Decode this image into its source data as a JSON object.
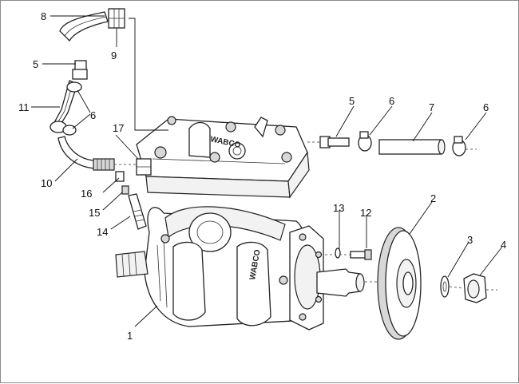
{
  "callouts": [
    {
      "id": "1",
      "label": "1"
    },
    {
      "id": "2",
      "label": "2"
    },
    {
      "id": "3",
      "label": "3"
    },
    {
      "id": "4",
      "label": "4"
    },
    {
      "id": "5a",
      "label": "5"
    },
    {
      "id": "5b",
      "label": "5"
    },
    {
      "id": "6a",
      "label": "6"
    },
    {
      "id": "6b",
      "label": "6"
    },
    {
      "id": "6c",
      "label": "6"
    },
    {
      "id": "7",
      "label": "7"
    },
    {
      "id": "8",
      "label": "8"
    },
    {
      "id": "9",
      "label": "9"
    },
    {
      "id": "10",
      "label": "10"
    },
    {
      "id": "11",
      "label": "11"
    },
    {
      "id": "12",
      "label": "12"
    },
    {
      "id": "13",
      "label": "13"
    },
    {
      "id": "14",
      "label": "14"
    },
    {
      "id": "15",
      "label": "15"
    },
    {
      "id": "16",
      "label": "16"
    },
    {
      "id": "17",
      "label": "17"
    }
  ],
  "logos": {
    "head": "WABCO",
    "body": "WABCO"
  }
}
